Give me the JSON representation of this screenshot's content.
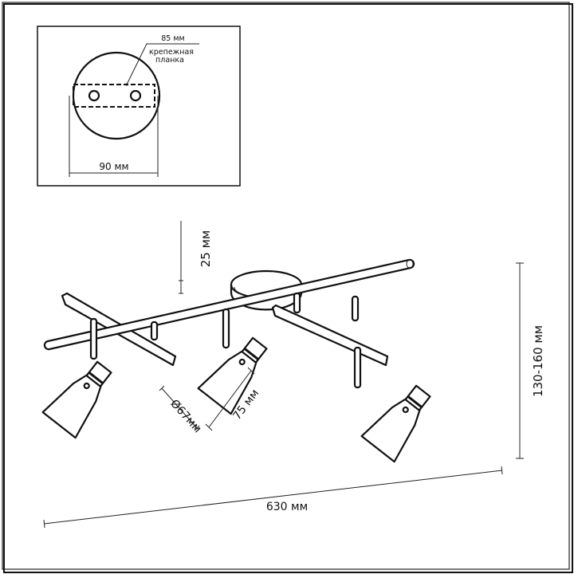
{
  "inset": {
    "plate_length_label": "85 мм",
    "plate_caption_line1": "крепежная",
    "plate_caption_line2": "планка",
    "canopy_diameter_label": "90 мм"
  },
  "main": {
    "canopy_height_label": "25 мм",
    "total_height_label": "130-160 мм",
    "shade_diameter_label": "Ø67мм",
    "shade_length_label": "75 мм",
    "total_length_label": "630 мм"
  }
}
